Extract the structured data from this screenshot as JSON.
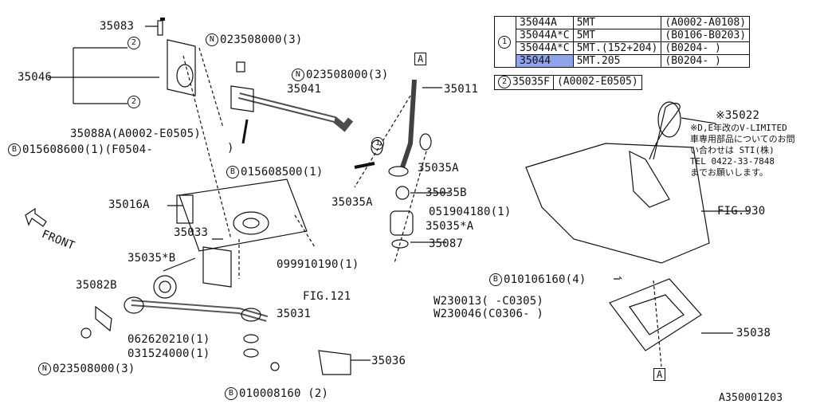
{
  "labels": {
    "p35083": "35083",
    "p35046": "35046",
    "n023508000_top": "023508000(3)",
    "n023508000_mid": "023508000(3)",
    "p35041": "35041",
    "p35011": "35011",
    "p35088a": "35088A(A0002-E0505)",
    "b015608600": "015608600(1)(F0504-",
    "b015608600_end": ")",
    "b015608500": "015608500(1)",
    "p35035a_1": "35035A",
    "p35035a_2": "35035A",
    "p35035b": "35035B",
    "p051904180": "051904180(1)",
    "p35035xa": "35035*A",
    "p35087": "35087",
    "p35016a": "35016A",
    "p35033": "35033",
    "p35035xb": "35035*B",
    "p099910190": "099910190(1)",
    "p35082b": "35082B",
    "fig121": "FIG.121",
    "p35031": "35031",
    "w230013": "W230013(       -C0305)",
    "w230046": "W230046(C0306-      )",
    "p062620210": "062620210(1)",
    "p031524000": "031524000(1)",
    "p35036": "35036",
    "n023508000_bot": "023508000(3)",
    "b010008160": "010008160 (2)",
    "front": "FRONT",
    "ref_a_top": "A",
    "ref_a_bot": "A",
    "p35022": "※35022",
    "fig930": "FIG.930",
    "b010106160": "010106160(4)",
    "p35038": "35038",
    "diagram_id": "A350001203",
    "circ1": "1",
    "circ2": "2",
    "circ_n": "N",
    "circ_b": "B"
  },
  "note": {
    "line1": "※D,E年改のV-LIMITED",
    "line2": "車専用部品についてのお問",
    "line3": "い合わせは STI(株)",
    "line4": "TEL 0422-33-7848",
    "line5": "までお願いします。"
  },
  "parts_table": {
    "group_marker": "1",
    "rows": [
      {
        "part": "35044A",
        "spec": "5MT",
        "range": "(A0002-A0108)",
        "highlight": false
      },
      {
        "part": "35044A*C",
        "spec": "5MT",
        "range": "(B0106-B0203)",
        "highlight": false
      },
      {
        "part": "35044A*C",
        "spec": "5MT.(152+204)",
        "range": "(B0204-      )",
        "highlight": false
      },
      {
        "part": "35044",
        "spec": "5MT.205",
        "range": "(B0204-      )",
        "highlight": true
      }
    ],
    "group2_marker": "2",
    "row2": {
      "part": "35035F",
      "range": "(A0002-E0505)"
    }
  },
  "colors": {
    "highlight": "#8fa3e8",
    "line": "#111111"
  }
}
